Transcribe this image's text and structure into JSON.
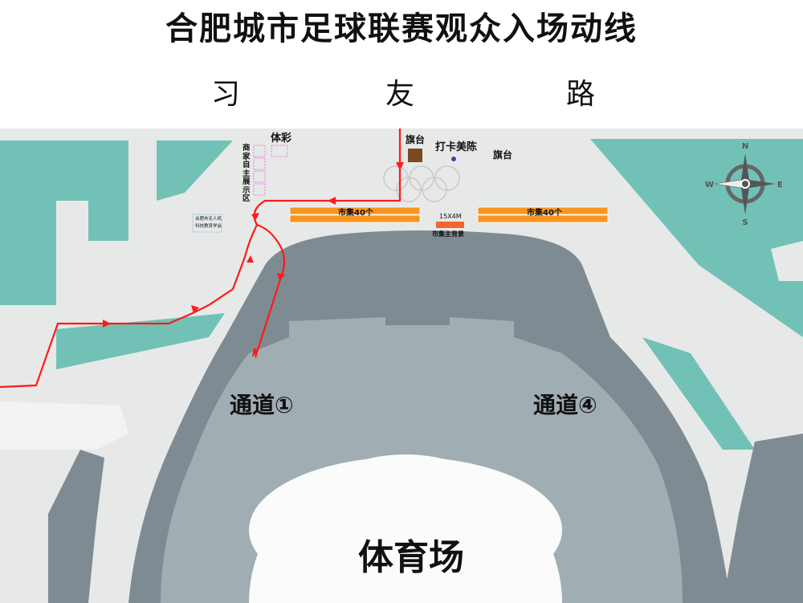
{
  "title": "合肥城市足球联赛观众入场动线",
  "road": {
    "chars": [
      "习",
      "友",
      "路"
    ]
  },
  "labels": {
    "lottery": "体彩",
    "vendor_area": "商家自主展示区",
    "flag_stage_1": "旗台",
    "flag_stage_2": "旗台",
    "photo_spot": "打卡美陈",
    "market_left": "市集40个",
    "market_right": "市集40个",
    "backdrop_size": "15X4M",
    "backdrop": "市集主背景",
    "drone_society_1": "合肥市无人机",
    "drone_society_2": "科技教育学会",
    "gate_1": "通道①",
    "gate_4": "通道④",
    "stadium": "体育场"
  },
  "compass": {
    "n": "N",
    "s": "S",
    "e": "E",
    "w": "W"
  },
  "colors": {
    "route": "#ff1a1a",
    "market": "#f7961f",
    "backdrop": "#f26531",
    "green_area": "#72c1b6",
    "stadium_outer": "#7f8b92",
    "stadium_inner": "#a0adb3",
    "flag_stage": "#7a4a22",
    "photo_spot": "#6a2fa0"
  }
}
